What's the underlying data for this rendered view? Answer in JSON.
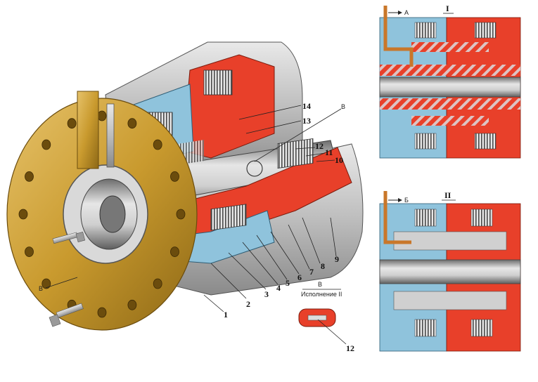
{
  "main_drawing": {
    "callouts": [
      "1",
      "2",
      "3",
      "4",
      "5",
      "6",
      "7",
      "8",
      "9",
      "10",
      "11",
      "12",
      "13",
      "14"
    ],
    "view_letter_left": "В",
    "view_letter_right": "В"
  },
  "inset_detail": {
    "letter": "В",
    "caption": "Исполнение II",
    "callout": "12"
  },
  "section_I": {
    "roman": "I",
    "arrow_label": "А"
  },
  "section_II": {
    "roman": "II",
    "arrow_label": "Б"
  },
  "colors": {
    "red": "#e8402a",
    "blue": "#8fc3dc",
    "gold": "#c99a2e",
    "steel": "#b7b7b7",
    "dark": "#3a3a3a",
    "hatch": "#d9b9b9"
  }
}
